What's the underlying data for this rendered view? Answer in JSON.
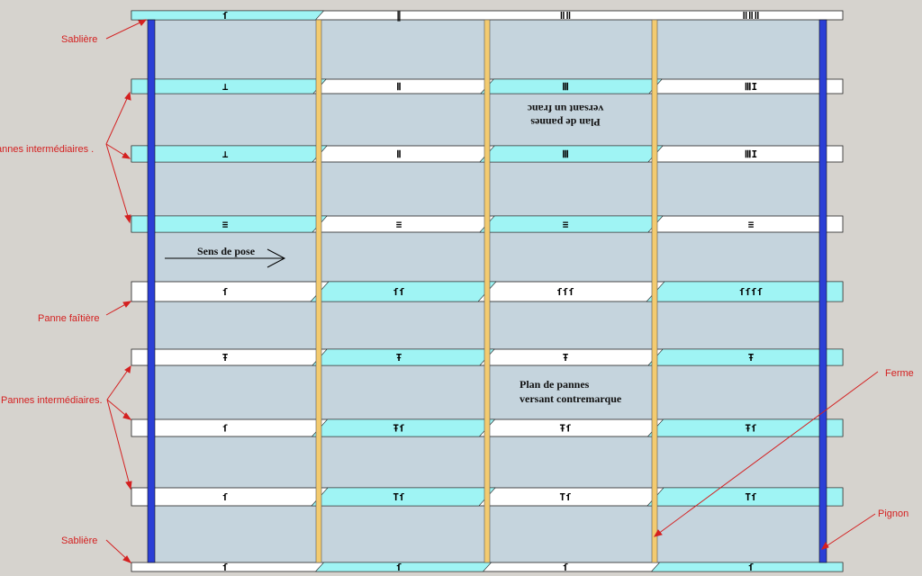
{
  "labels": {
    "sabliere_top": "Sablière",
    "pannes_top": "annes intermédiaires .",
    "panne_faitiere": "Panne faîtière",
    "pannes_bottom": "Pannes intermédiaires.",
    "sabliere_bottom": "Sablière",
    "ferme": "Ferme",
    "pignon": "Pignon"
  },
  "titles": {
    "plan_flipped_line1": "Plan de pannes",
    "plan_flipped_line2": "versant un franc",
    "plan_line1": "Plan de pannes",
    "plan_line2": "versant contremarque",
    "sens_de_pose": "Sens de pose"
  },
  "marks": [
    [
      "ſ",
      "∥",
      "ǁǁ",
      "ǁǁǁ"
    ],
    [
      "⊥",
      "Ⅱ",
      "Ⅲ",
      "ⅢI"
    ],
    [
      "⊥",
      "Ⅱ",
      "Ⅲ",
      "ⅢI"
    ],
    [
      "≡",
      "≡",
      "≡",
      "≡"
    ],
    [
      "ſ",
      "ſſ",
      "ſſſ",
      "ſſſſ"
    ],
    [
      "Ŧ",
      "Ŧ",
      "Ŧ",
      "Ŧ"
    ],
    [
      "ſ",
      "Ŧſ",
      "Ŧſ",
      "Ŧſ"
    ],
    [
      "ſ",
      "Tſ",
      "Tſ",
      "Tſ"
    ],
    [
      "ſ",
      "ſ",
      "ſ",
      "ſ"
    ]
  ],
  "colors": {
    "background": "#d6d3ce",
    "panel": "#c5d4dd",
    "purlin_white": "#ffffff",
    "purlin_cyan": "#9ff4f4",
    "gable": "#2b3fd6",
    "truss": "#f3cb70",
    "leader": "#d42020"
  }
}
